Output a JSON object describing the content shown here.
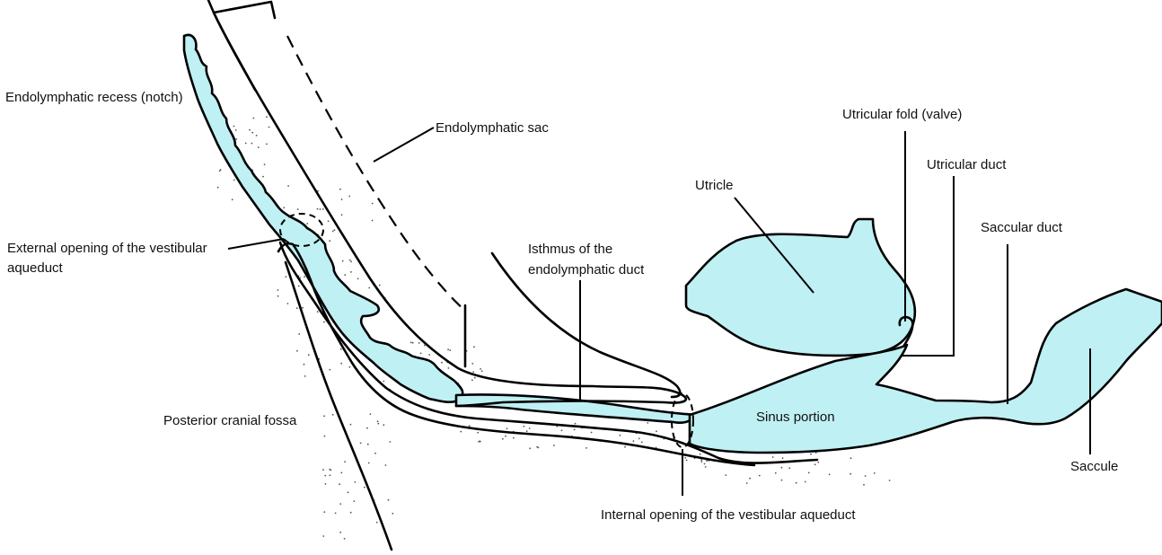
{
  "labels": {
    "endolymphatic_recess": "Endolymphatic recess (notch)",
    "endolymphatic_sac": "Endolymphatic sac",
    "external_opening_line1": "External opening of the vestibular",
    "external_opening_line2": "aqueduct",
    "posterior_cranial_fossa": "Posterior cranial fossa",
    "isthmus_line1": "Isthmus of the",
    "isthmus_line2": "endolymphatic duct",
    "internal_opening": "Internal opening of the vestibular aqueduct",
    "utricle": "Utricle",
    "utricular_fold": "Utricular fold (valve)",
    "utricular_duct": "Utricular duct",
    "saccular_duct": "Saccular duct",
    "sinus_portion": "Sinus portion",
    "saccule": "Saccule"
  },
  "colors": {
    "fluid": "#bff0f3",
    "outline": "#000000",
    "background": "#ffffff"
  }
}
